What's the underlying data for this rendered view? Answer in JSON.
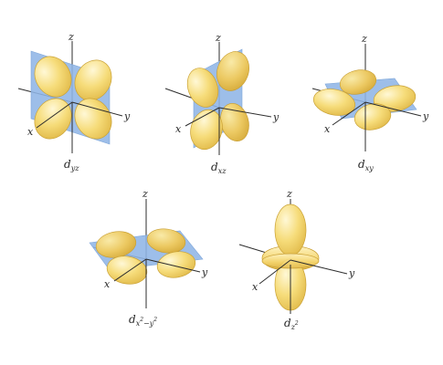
{
  "orbitals": [
    {
      "id": "dyz",
      "label": "d",
      "sub": "yz",
      "axes": {
        "z": "z",
        "x": "x",
        "y": "y"
      }
    },
    {
      "id": "dxz",
      "label": "d",
      "sub": "xz",
      "axes": {
        "z": "z",
        "x": "x",
        "y": "y"
      }
    },
    {
      "id": "dxy",
      "label": "d",
      "sub": "xy",
      "axes": {
        "z": "z",
        "x": "x",
        "y": "y"
      }
    },
    {
      "id": "dx2y2",
      "label": "d",
      "sub": "x",
      "sup1": "2",
      "mid": "−y",
      "sup2": "2",
      "axes": {
        "z": "z",
        "x": "x",
        "y": "y"
      }
    },
    {
      "id": "dz2",
      "label": "d",
      "sub": "z",
      "sup1": "2",
      "axes": {
        "z": "z",
        "x": "x",
        "y": "y"
      }
    }
  ],
  "colors": {
    "lobe": "#f6dc7a",
    "lobe_highlight": "#fff6cf",
    "plane": "#8fb5e6",
    "axis": "#2e2e2e"
  }
}
